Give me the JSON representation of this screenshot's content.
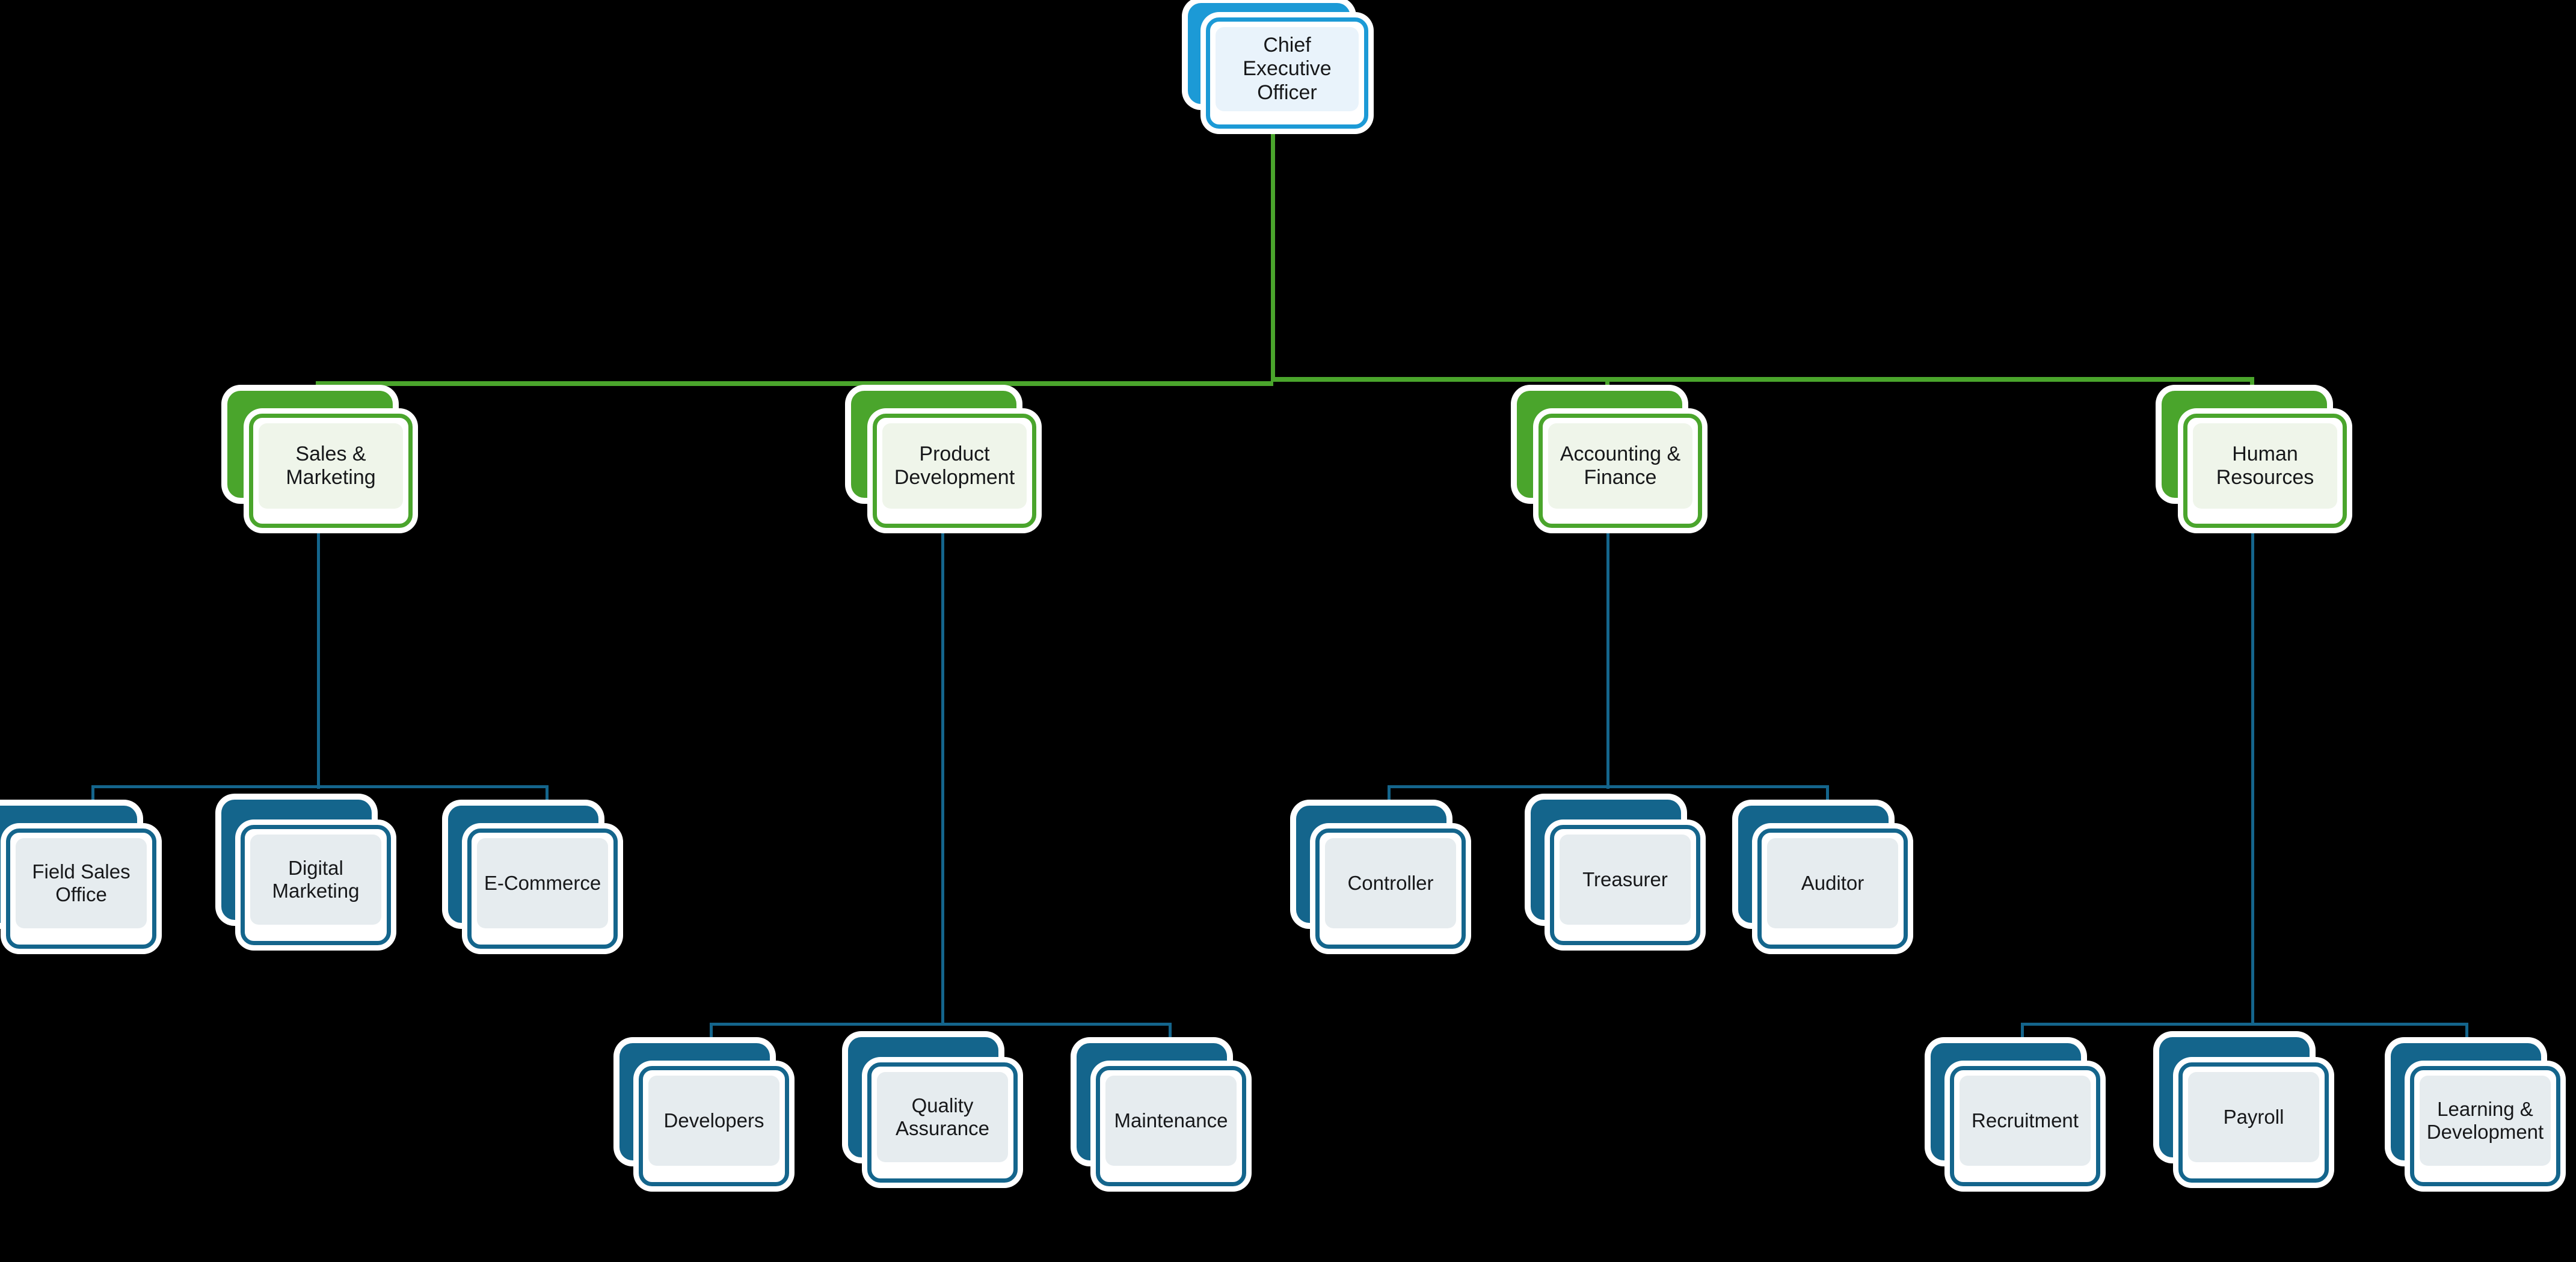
{
  "chart_data": {
    "type": "diagram",
    "diagram_type": "organizational-chart",
    "title": "",
    "levels": 3,
    "palette": {
      "level1_accent": "#1c9ad6",
      "level1_fill": "#e9f3fb",
      "level2_accent": "#4aa52c",
      "level2_fill": "#eff5ea",
      "level3_accent": "#14658c",
      "level3_fill": "#e6ecef",
      "background": "#000000",
      "card_outline": "#ffffff",
      "text": "#17181a"
    },
    "nodes": [
      {
        "id": "ceo",
        "label": "Chief Executive Officer",
        "level": 1,
        "parent": null
      },
      {
        "id": "sales",
        "label": "Sales & Marketing",
        "level": 2,
        "parent": "ceo"
      },
      {
        "id": "product",
        "label": "Product Development",
        "level": 2,
        "parent": "ceo"
      },
      {
        "id": "accounting",
        "label": "Accounting & Finance",
        "level": 2,
        "parent": "ceo"
      },
      {
        "id": "hr",
        "label": "Human Resources",
        "level": 2,
        "parent": "ceo"
      },
      {
        "id": "fieldsales",
        "label": "Field Sales Office",
        "level": 3,
        "parent": "sales"
      },
      {
        "id": "digital",
        "label": "Digital Marketing",
        "level": 3,
        "parent": "sales"
      },
      {
        "id": "ecommerce",
        "label": "E-Commerce",
        "level": 3,
        "parent": "sales"
      },
      {
        "id": "developers",
        "label": "Developers",
        "level": 3,
        "parent": "product"
      },
      {
        "id": "qa",
        "label": "Quality Assurance",
        "level": 3,
        "parent": "product"
      },
      {
        "id": "maint",
        "label": "Maintenance",
        "level": 3,
        "parent": "product"
      },
      {
        "id": "controller",
        "label": "Controller",
        "level": 3,
        "parent": "accounting"
      },
      {
        "id": "treasurer",
        "label": "Treasurer",
        "level": 3,
        "parent": "accounting"
      },
      {
        "id": "auditor",
        "label": "Auditor",
        "level": 3,
        "parent": "accounting"
      },
      {
        "id": "recruit",
        "label": "Recruitment",
        "level": 3,
        "parent": "hr"
      },
      {
        "id": "payroll",
        "label": "Payroll",
        "level": 3,
        "parent": "hr"
      },
      {
        "id": "learning",
        "label": "Learning & Development",
        "level": 3,
        "parent": "hr"
      }
    ]
  },
  "root": {
    "ceo": "Chief\nExecutive\nOfficer"
  },
  "divisions": {
    "sales": "Sales &\nMarketing",
    "product": "Product\nDevelopment",
    "accounting": "Accounting &\nFinance",
    "hr": "Human\nResources"
  },
  "teams": {
    "field_sales": "Field Sales\nOffice",
    "digital": "Digital\nMarketing",
    "ecommerce": "E-Commerce",
    "developers": "Developers",
    "quality": "Quality\nAssurance",
    "maintenance": "Maintenance",
    "controller": "Controller",
    "treasurer": "Treasurer",
    "auditor": "Auditor",
    "recruitment": "Recruitment",
    "payroll": "Payroll",
    "learning": "Learning &\nDevelopment"
  }
}
